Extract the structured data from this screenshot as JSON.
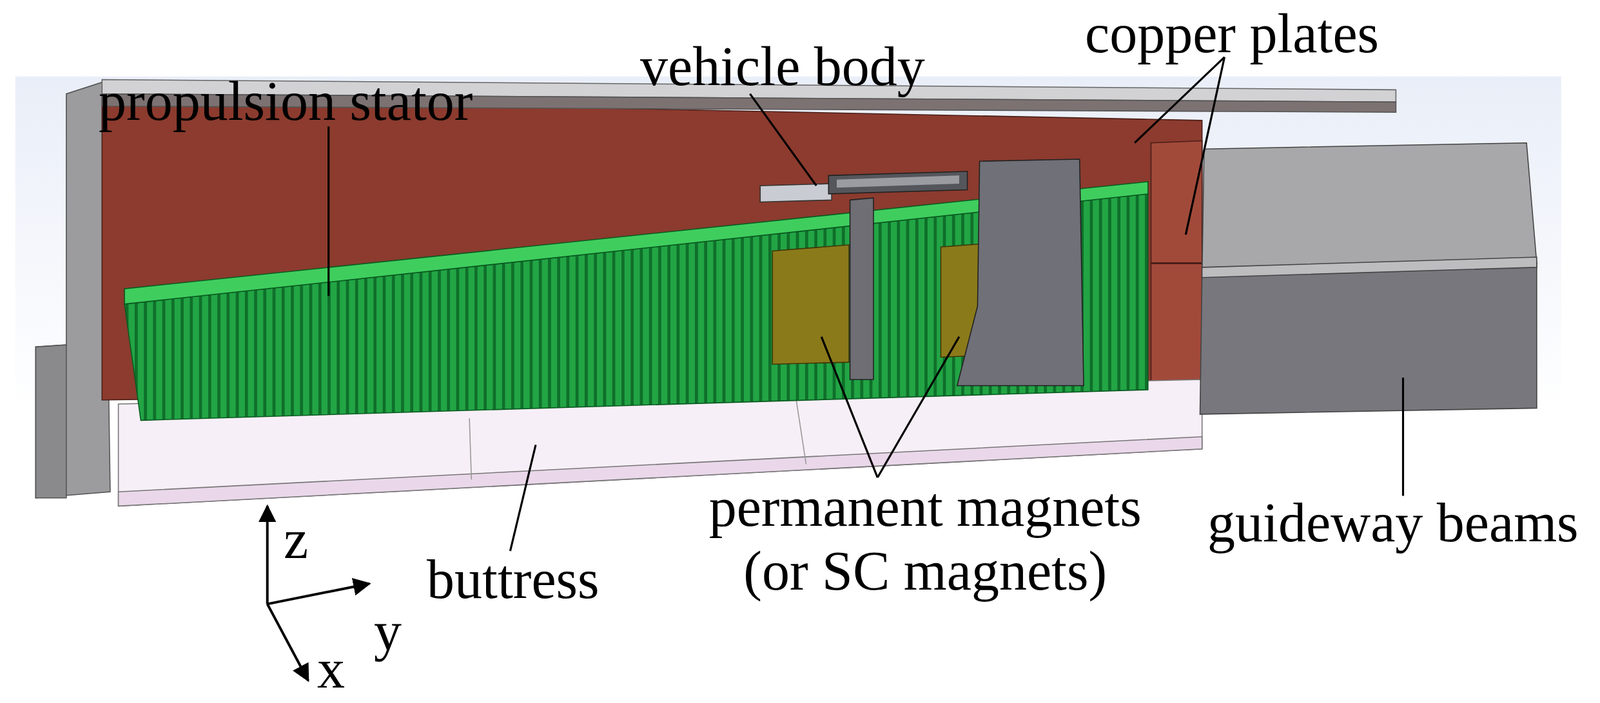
{
  "diagram": {
    "labels": [
      "propulsion stator",
      "vehicle body",
      "copper plates",
      "permanent magnets (or SC magnets)",
      "guideway beams",
      "buttress",
      "z",
      "y",
      "x"
    ]
  }
}
